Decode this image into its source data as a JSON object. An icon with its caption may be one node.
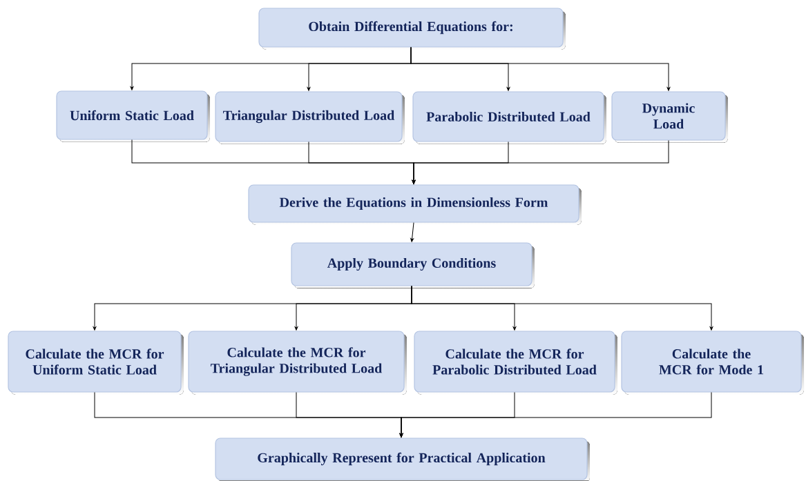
{
  "diagram": {
    "nodes": [
      {
        "text": [
          "Obtain Differential Equations for:"
        ]
      },
      {
        "text": [
          "Uniform Static Load"
        ]
      },
      {
        "text": [
          "Triangular Distributed Load"
        ]
      },
      {
        "text": [
          "Parabolic Distributed Load"
        ]
      },
      {
        "text": [
          "Dynamic Load"
        ]
      },
      {
        "text": [
          "Derive the Equations in Dimensionless Form"
        ]
      },
      {
        "text": [
          "Apply Boundary Conditions"
        ]
      },
      {
        "text": [
          "Calculate the MCR for Uniform Static Load"
        ]
      },
      {
        "text": [
          "Calculate the MCR for Triangular Distributed Load"
        ]
      },
      {
        "text": [
          "Calculate the MCR for Parabolic Distributed Load"
        ]
      },
      {
        "text": [
          "Calculate the MCR for Mode 1"
        ]
      },
      {
        "text": [
          "Graphically Represent for Practical Application"
        ]
      }
    ],
    "edges": [
      {
        "from": 0,
        "to": 1,
        "arrow": "to"
      },
      {
        "from": 0,
        "to": 2,
        "arrow": "to"
      },
      {
        "from": 0,
        "to": 3,
        "arrow": "to"
      },
      {
        "from": 0,
        "to": 4,
        "arrow": "to"
      },
      {
        "from": 1,
        "to": 5,
        "arrow": "to"
      },
      {
        "from": 2,
        "to": 5,
        "arrow": "to"
      },
      {
        "from": 3,
        "to": 5,
        "arrow": "to"
      },
      {
        "from": 4,
        "to": 5,
        "arrow": "to"
      },
      {
        "from": 5,
        "to": 6,
        "arrow": "to"
      },
      {
        "from": 6,
        "to": 7,
        "arrow": "to"
      },
      {
        "from": 6,
        "to": 8,
        "arrow": "to"
      },
      {
        "from": 6,
        "to": 9,
        "arrow": "to"
      },
      {
        "from": 6,
        "to": 10,
        "arrow": "to"
      },
      {
        "from": 7,
        "to": 11,
        "arrow": "to"
      },
      {
        "from": 8,
        "to": 11,
        "arrow": "to"
      },
      {
        "from": 9,
        "to": 11,
        "arrow": "to"
      },
      {
        "from": 10,
        "to": 11,
        "arrow": "to"
      }
    ]
  }
}
